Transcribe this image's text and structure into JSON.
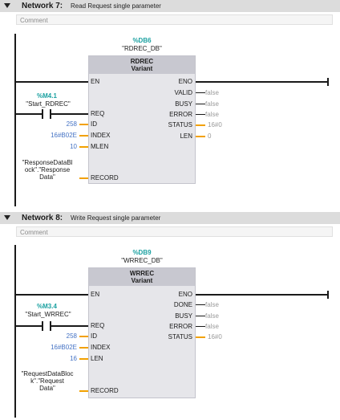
{
  "networks": [
    {
      "label": "Network 7:",
      "title": "Read Request single parameter",
      "comment": "Comment",
      "db_address": "%DB6",
      "db_name": "\"RDREC_DB\"",
      "block_name": "RDREC",
      "block_type": "Variant",
      "contact_address": "%M4.1",
      "contact_tag": "\"Start_RDREC\"",
      "inputs": [
        {
          "pin": "EN",
          "value": ""
        },
        {
          "pin": "REQ",
          "value": ""
        },
        {
          "pin": "ID",
          "value": "258"
        },
        {
          "pin": "INDEX",
          "value": "16#B02E"
        },
        {
          "pin": "MLEN",
          "value": "10"
        },
        {
          "pin": "RECORD",
          "value": ""
        }
      ],
      "record_tag": [
        "\"ResponseDataBl",
        "ock\".\"Response",
        "Data\""
      ],
      "outputs": [
        {
          "pin": "ENO",
          "value": ""
        },
        {
          "pin": "VALID",
          "value": "false"
        },
        {
          "pin": "BUSY",
          "value": "false"
        },
        {
          "pin": "ERROR",
          "value": "false"
        },
        {
          "pin": "STATUS",
          "value": "16#0"
        },
        {
          "pin": "LEN",
          "value": "0"
        }
      ]
    },
    {
      "label": "Network 8:",
      "title": "Write Request single parameter",
      "comment": "Comment",
      "db_address": "%DB9",
      "db_name": "\"WRREC_DB\"",
      "block_name": "WRREC",
      "block_type": "Variant",
      "contact_address": "%M3.4",
      "contact_tag": "\"Start_WRREC\"",
      "inputs": [
        {
          "pin": "EN",
          "value": ""
        },
        {
          "pin": "REQ",
          "value": ""
        },
        {
          "pin": "ID",
          "value": "258"
        },
        {
          "pin": "INDEX",
          "value": "16#B02E"
        },
        {
          "pin": "LEN",
          "value": "16"
        },
        {
          "pin": "RECORD",
          "value": ""
        }
      ],
      "record_tag": [
        "\"RequestDataBloc",
        "k\".\"Request",
        "Data\""
      ],
      "outputs": [
        {
          "pin": "ENO",
          "value": ""
        },
        {
          "pin": "DONE",
          "value": "false"
        },
        {
          "pin": "BUSY",
          "value": "false"
        },
        {
          "pin": "ERROR",
          "value": "false"
        },
        {
          "pin": "STATUS",
          "value": "16#0"
        }
      ]
    }
  ]
}
